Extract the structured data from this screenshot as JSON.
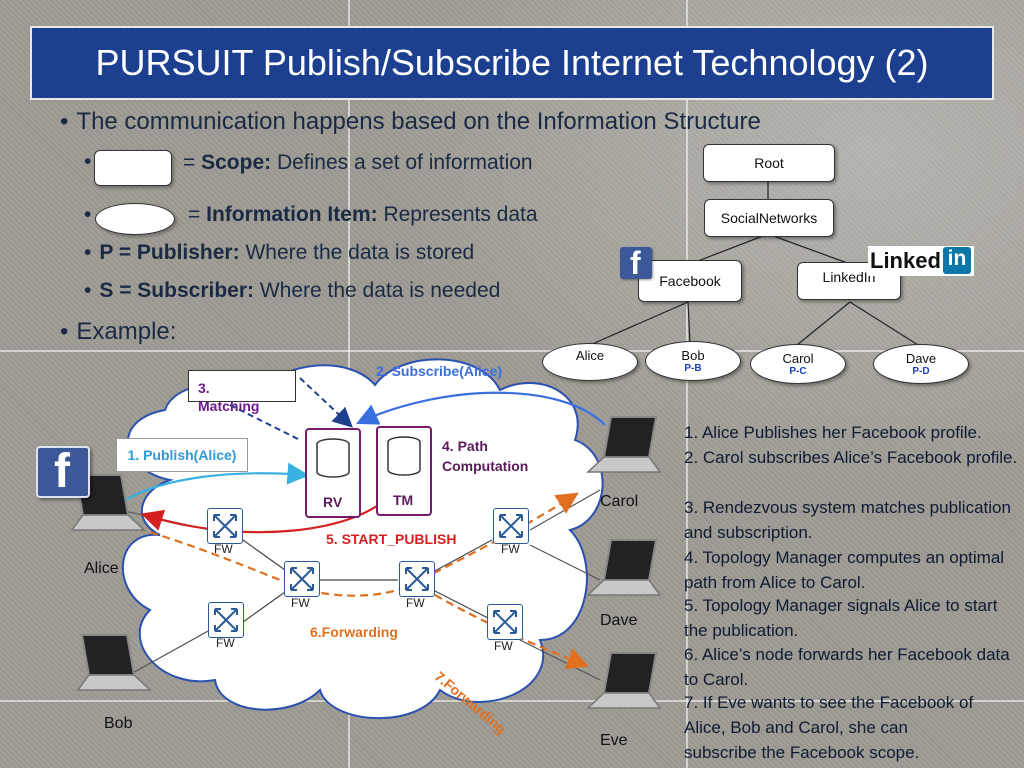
{
  "title": "PURSUIT Publish/Subscribe Internet Technology (2)",
  "bullets": {
    "main": "The communication happens based on the Information Structure",
    "scope_eq": "= ",
    "scope_term": "Scope:",
    "scope_desc": " Defines a set of information",
    "item_eq": "= ",
    "item_term": "Information Item:",
    "item_desc": " Represents data",
    "pub_term": "P = Publisher:",
    "pub_desc": " Where the data is stored",
    "sub_term": "S = Subscriber:",
    "sub_desc": " Where the data is needed",
    "example": "Example:"
  },
  "tree": {
    "root": "Root",
    "social": "SocialNetworks",
    "facebook": "Facebook",
    "linkedin": "LinkedIn",
    "linkedin_logo": "Linked",
    "linkedin_in": "in",
    "items": [
      {
        "name": "Alice",
        "tag": ""
      },
      {
        "name": "Bob",
        "tag": "P-B"
      },
      {
        "name": "Carol",
        "tag": "P-C"
      },
      {
        "name": "Dave",
        "tag": "P-D"
      }
    ]
  },
  "network": {
    "matching": "3. Matching",
    "subscribe": "2. Subscribe(Alice)",
    "publish": "1. Publish(Alice)",
    "path": "4. Path Computation",
    "start_publish": "5. START_PUBLISH",
    "forwarding": "6.Forwarding",
    "forwarding7": "7.Forwarding",
    "rv": "RV",
    "tm": "TM",
    "fw": "FW",
    "users": {
      "alice": "Alice",
      "bob": "Bob",
      "carol": "Carol",
      "dave": "Dave",
      "eve": "Eve"
    }
  },
  "steps": [
    "1. Alice Publishes her Facebook profile.",
    "2. Carol subscribes Alice’s Facebook profile.",
    "3. Rendezvous system matches publication and subscription.",
    "4. Topology Manager computes an optimal path from Alice to Carol.",
    "5. Topology Manager signals Alice to start the publication.",
    "6. Alice’s node forwards her Facebook data to Carol.",
    "7. If Eve wants to see the Facebook of Alice, Bob and Carol, she can subscribe the Facebook scope."
  ],
  "colors": {
    "title_bg": "#1c3f8f",
    "subscribe": "#3a6fe0",
    "publish": "#3ab0e0",
    "start_publish": "#d42020",
    "forwarding": "#e07020",
    "matching": "#6a1a8a"
  }
}
